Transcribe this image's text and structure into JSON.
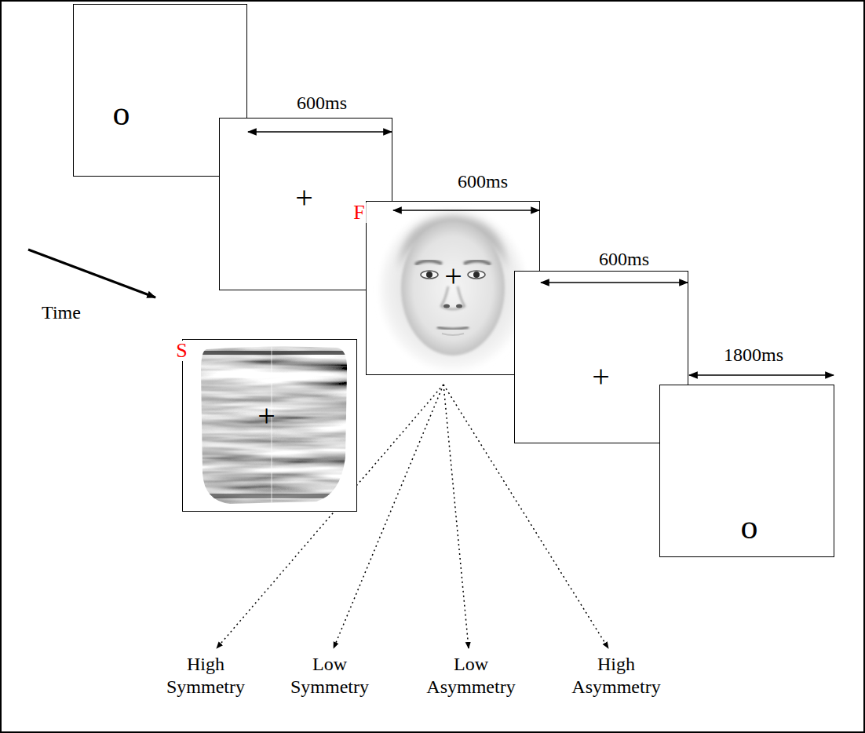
{
  "diagram": {
    "nodes": [
      {
        "text": [
          "o"
        ]
      },
      {
        "text": [
          "+"
        ]
      },
      {
        "text": [
          "F",
          "+"
        ]
      },
      {
        "text": [
          "+"
        ]
      },
      {
        "text": [
          "o"
        ]
      },
      {
        "text": [
          "S",
          "+"
        ]
      }
    ],
    "labels": [
      "600ms",
      "600ms",
      "600ms",
      "1800ms",
      "Time",
      "High Symmetry",
      "Low Symmetry",
      "Low Asymmetry",
      "High Asymmetry"
    ]
  }
}
